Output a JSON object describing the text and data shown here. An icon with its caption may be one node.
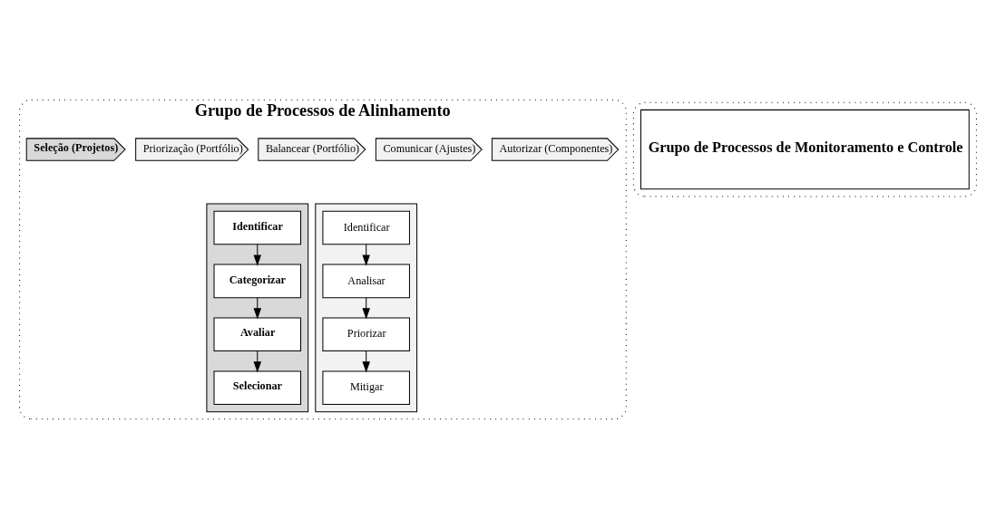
{
  "diagram": {
    "nodes": [
      {
        "text": [
          "Grupo de Processos de Alinhamento"
        ]
      },
      {
        "text": [
          "Seleção (Projetos)"
        ],
        "in": 0
      },
      {
        "text": [
          "Priorização (Portfólio)"
        ],
        "in": 0
      },
      {
        "text": [
          "Balancear (Portfólio)"
        ],
        "in": 0
      },
      {
        "text": [
          "Comunicar (Ajustes)"
        ],
        "in": 0
      },
      {
        "text": [
          "Autorizar (Componentes)"
        ],
        "in": 0
      },
      {
        "text": [],
        "shape": "chevron",
        "in": 0
      },
      {
        "text": [
          "Identificar"
        ],
        "in": 6
      },
      {
        "text": [
          "Categorizar"
        ],
        "in": 6
      },
      {
        "text": [
          "Avaliar"
        ],
        "in": 6
      },
      {
        "text": [
          "Selecionar"
        ],
        "in": 6
      },
      {
        "text": [],
        "shape": "chevron",
        "in": 0
      },
      {
        "text": [
          "Identificar"
        ],
        "in": 11
      },
      {
        "text": [
          "Analisar"
        ],
        "in": 11
      },
      {
        "text": [
          "Priorizar"
        ],
        "in": 11
      },
      {
        "text": [
          "Mitigar"
        ],
        "in": 11
      },
      {
        "text": [],
        "shape": "box"
      },
      {
        "text": [
          "Grupo de Processos de Monitoramento e Controle"
        ],
        "in": 16
      }
    ],
    "edges": [
      {
        "from": 7,
        "to": 8,
        "arrow": "to"
      },
      {
        "from": 8,
        "to": 9,
        "arrow": "to"
      },
      {
        "from": 9,
        "to": 10,
        "arrow": "to"
      },
      {
        "from": 12,
        "to": 13,
        "arrow": "to"
      },
      {
        "from": 13,
        "to": 14,
        "arrow": "to"
      },
      {
        "from": 14,
        "to": 15,
        "arrow": "to"
      }
    ]
  }
}
